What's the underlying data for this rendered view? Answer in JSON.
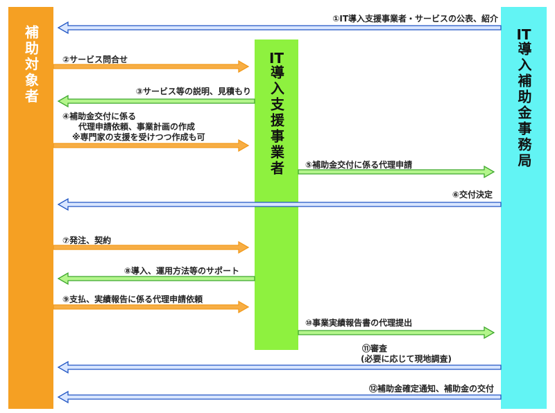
{
  "actors": {
    "applicant": {
      "label": "補助対象者"
    },
    "vendor": {
      "label": "IT導入支援事業者"
    },
    "secretariat": {
      "label": "IT導入補助金事務局"
    }
  },
  "steps": [
    {
      "lines": [
        "①IT導入支援事業者・サービスの公表、紹介"
      ]
    },
    {
      "lines": [
        "②サービス問合せ"
      ]
    },
    {
      "lines": [
        "③サービス等の説明、見積もり"
      ]
    },
    {
      "lines": [
        "④補助金交付に係る",
        "代理申請依頼、事業計画の作成",
        "※専門家の支援を受けつつ作成も可"
      ]
    },
    {
      "lines": [
        "⑤補助金交付に係る代理申請"
      ]
    },
    {
      "lines": [
        "⑥交付決定"
      ]
    },
    {
      "lines": [
        "⑦発注、契約"
      ]
    },
    {
      "lines": [
        "⑧導入、運用方法等のサポート"
      ]
    },
    {
      "lines": [
        "⑨支払、実績報告に係る代理申請依頼"
      ]
    },
    {
      "lines": [
        "⑩事業実績報告書の代理提出"
      ]
    },
    {
      "lines": [
        "⑪審査",
        "(必要に応じて現地調査)"
      ]
    },
    {
      "lines": [
        "⑫補助金確定通知、補助金の交付"
      ]
    }
  ],
  "colors": {
    "applicant": "#F5A023",
    "vendor": "#8EF13F",
    "secretariat": "#62F4F4",
    "arrow_blue": "#2055C4",
    "arrow_green": "#3FA82E",
    "arrow_orange": "#F29A1C"
  }
}
